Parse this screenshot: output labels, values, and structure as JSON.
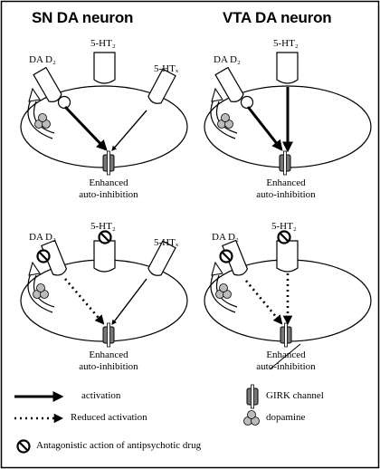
{
  "titles": {
    "left": "SN DA neuron",
    "right": "VTA DA neuron"
  },
  "receptors": {
    "d2": "DA D₂",
    "ht2": "5-HT₂",
    "htx": "5-HTₓ"
  },
  "effect": {
    "line1": "Enhanced",
    "line2": "auto-inhibition"
  },
  "legend": {
    "activation": "activation",
    "reduced": "Reduced activation",
    "girk": "GIRK channel",
    "dopamine": "dopamine",
    "antagonist": "Antagonistic action of antipsychotic drug"
  }
}
